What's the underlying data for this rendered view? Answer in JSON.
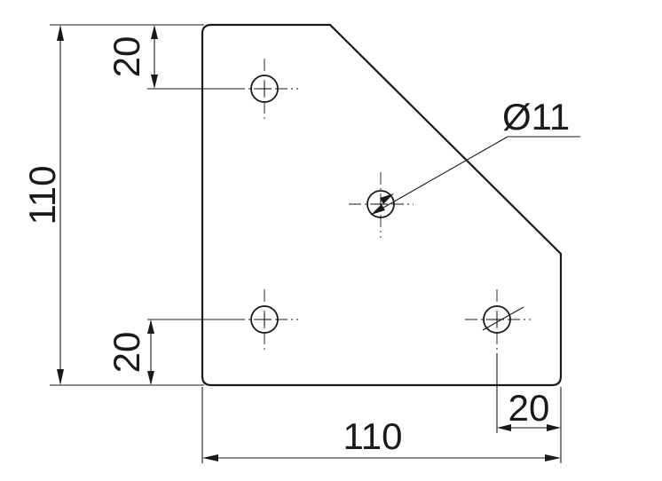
{
  "dimensions": {
    "overall_height": "110",
    "overall_width": "110",
    "top_hole_offset": "20",
    "bottom_hole_offset": "20",
    "right_hole_offset": "20",
    "hole_diameter": "Ø11"
  },
  "colors": {
    "line": "#1a1a1a",
    "background": "#ffffff"
  }
}
